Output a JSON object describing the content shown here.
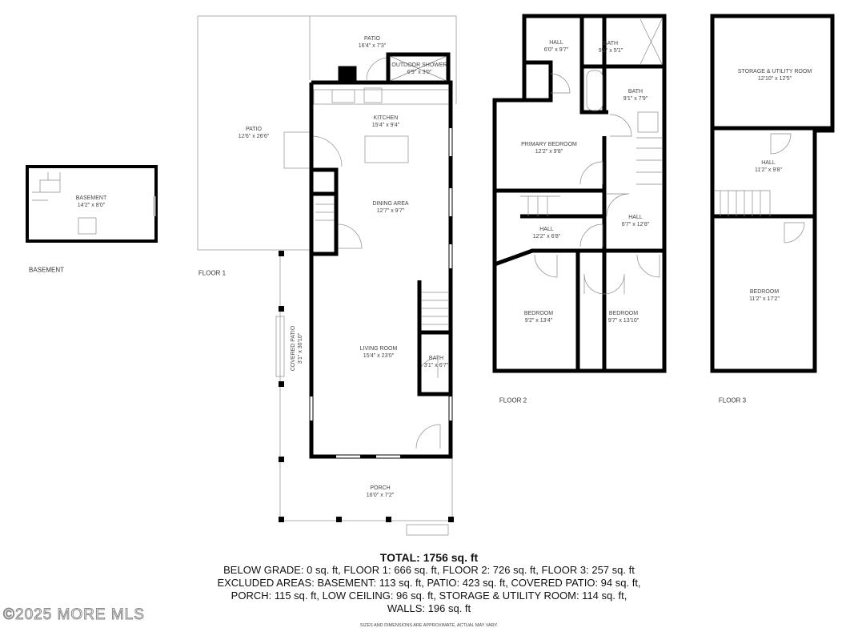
{
  "floors": {
    "basement": "BASEMENT",
    "floor1": "FLOOR 1",
    "floor2": "FLOOR 2",
    "floor3": "FLOOR 3"
  },
  "rooms": {
    "basement": {
      "name": "BASEMENT",
      "dims": "14'2\" x 8'0\""
    },
    "patio_large": {
      "name": "PATIO",
      "dims": "12'6\" x 26'6\""
    },
    "patio_top": {
      "name": "PATIO",
      "dims": "16'4\" x 7'3\""
    },
    "outdoor_shower": {
      "name": "OUTDOOR SHOWER",
      "dims": "6'9\" x 3'0\""
    },
    "kitchen": {
      "name": "KITCHEN",
      "dims": "15'4\" x 9'4\""
    },
    "dining": {
      "name": "DINING AREA",
      "dims": "12'7\" x 9'7\""
    },
    "living": {
      "name": "LIVING ROOM",
      "dims": "15'4\" x 23'0\""
    },
    "bath1": {
      "name": "BATH",
      "dims": "3'1\" x 6'7\""
    },
    "covered_patio": {
      "name": "COVERED PATIO",
      "dims": "3'1\" x 30'10\""
    },
    "porch": {
      "name": "PORCH",
      "dims": "16'0\" x 7'2\""
    },
    "hall2a": {
      "name": "HALL",
      "dims": "6'0\" x 9'7\""
    },
    "bath2a": {
      "name": "BATH",
      "dims": "9'1\" x 5'1\""
    },
    "bath2b": {
      "name": "BATH",
      "dims": "9'1\" x 7'9\""
    },
    "primary": {
      "name": "PRIMARY BEDROOM",
      "dims": "12'2\" x 9'8\""
    },
    "hall2b": {
      "name": "HALL",
      "dims": "12'2\" x 6'8\""
    },
    "hall2c": {
      "name": "HALL",
      "dims": "6'7\" x 12'8\""
    },
    "bed2a": {
      "name": "BEDROOM",
      "dims": "9'2\" x 13'4\""
    },
    "bed2b": {
      "name": "BEDROOM",
      "dims": "9'7\" x 13'10\""
    },
    "storage": {
      "name": "STORAGE & UTILITY ROOM",
      "dims": "12'10\" x 12'5\""
    },
    "hall3": {
      "name": "HALL",
      "dims": "11'2\" x 9'8\""
    },
    "bed3": {
      "name": "BEDROOM",
      "dims": "11'2\" x 17'2\""
    }
  },
  "summary": {
    "total": "TOTAL: 1756 sq. ft",
    "line1": "BELOW GRADE: 0 sq. ft, FLOOR 1: 666 sq. ft, FLOOR 2: 726 sq. ft, FLOOR 3: 257 sq. ft",
    "line2": "EXCLUDED AREAS: BASEMENT: 113 sq. ft, PATIO: 423 sq. ft, COVERED PATIO: 94 sq. ft,",
    "line3": "PORCH: 115 sq. ft, LOW CEILING: 96 sq. ft, STORAGE & UTILITY ROOM: 114 sq. ft,",
    "line4": "WALLS: 196 sq. ft"
  },
  "disclaimer": "SIZES AND DIMENSIONS ARE APPROXIMATE, ACTUAL MAY VARY.",
  "watermark": "©2025 MORE MLS",
  "colors": {
    "wall": "#000000",
    "thin_line": "#999999"
  }
}
